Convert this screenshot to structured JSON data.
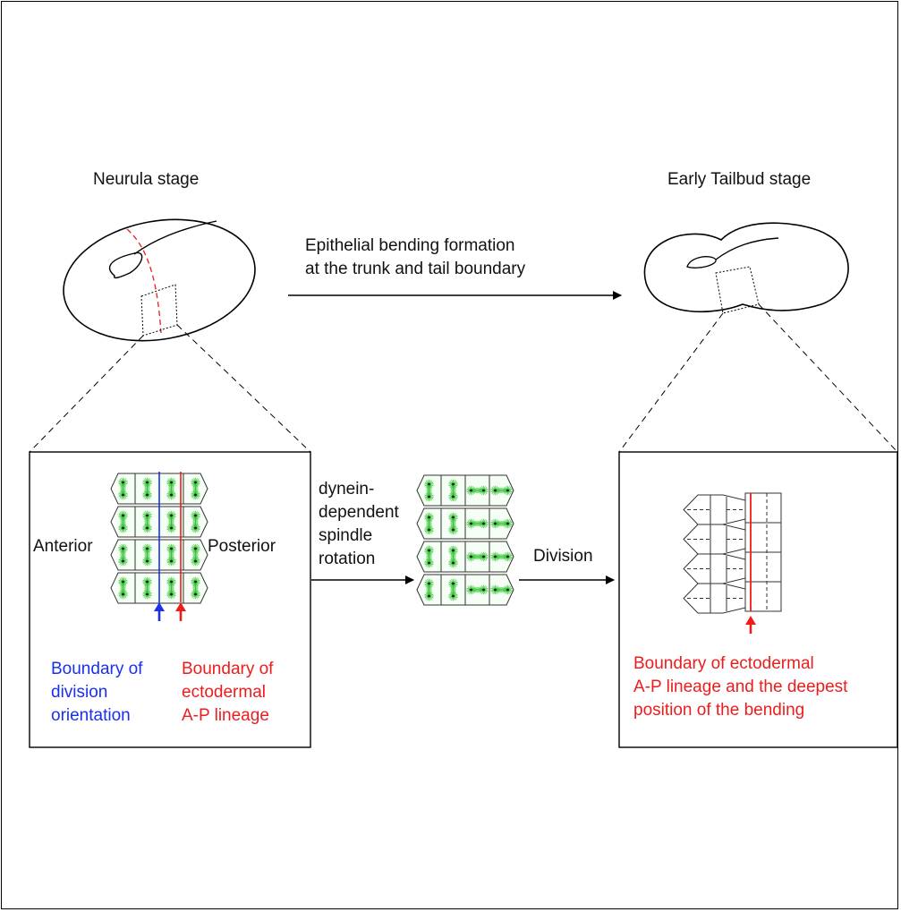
{
  "stages": {
    "left_title": "Neurula stage",
    "right_title": "Early Tailbud stage"
  },
  "top_arrow_label": [
    "Epithelial bending formation",
    "at the trunk and tail boundary"
  ],
  "left_panel": {
    "anterior": "Anterior",
    "posterior": "Posterior",
    "blue_caption": [
      "Boundary of",
      "division",
      "orientation"
    ],
    "red_caption": [
      "Boundary of",
      "ectodermal",
      "A-P lineage"
    ]
  },
  "middle": {
    "rotation_label": [
      "dynein-",
      "dependent",
      "spindle",
      "rotation"
    ],
    "division_label": "Division"
  },
  "right_panel": {
    "red_caption": [
      "Boundary of ectodermal",
      "A-P lineage and the deepest",
      "position of the bending"
    ]
  },
  "colors": {
    "blue": "#1a2ff0",
    "red": "#ee1c1c",
    "spindle_green": "#35c435",
    "cell_fill": "#f6fff6"
  }
}
